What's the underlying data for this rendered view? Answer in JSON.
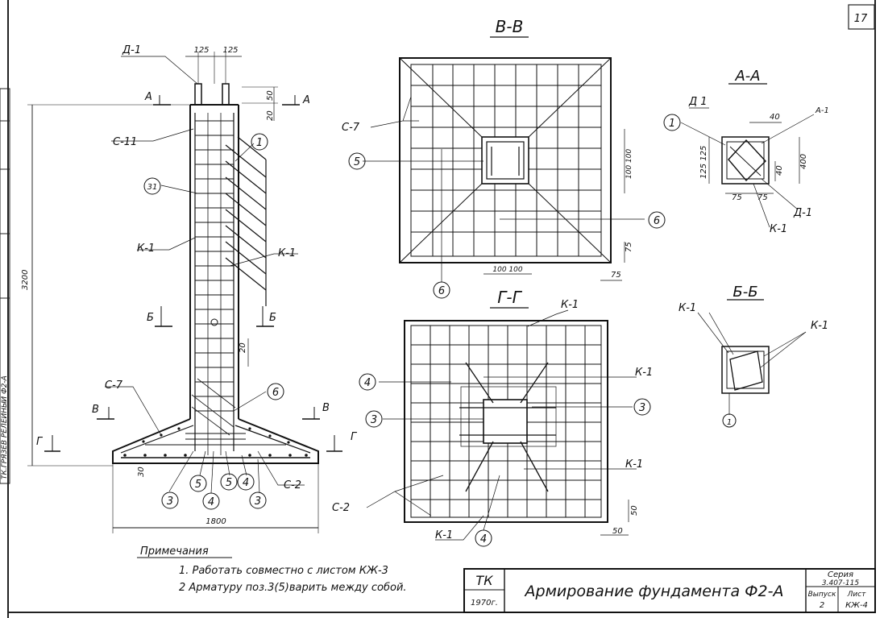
{
  "sheet": {
    "page_number": "17",
    "side_stamp": "ТК.ГРЯЗЕВ РЕЛЕЙНЫЙ Ф2-А"
  },
  "section_titles": {
    "vv": "В-В",
    "gg": "Г-Г",
    "aa": "А-А",
    "bb": "Б-Б"
  },
  "elevation": {
    "dims": {
      "top_left": "125",
      "top_right": "125",
      "height": "3200",
      "base_width": "1800",
      "cover_bottom": "30",
      "side_50": "50",
      "side_20": "20",
      "side_20b": "20"
    },
    "labels": {
      "d1": "Д-1",
      "c11": "С-11",
      "k1_left": "К-1",
      "k1_right": "К-1",
      "c7": "С-7",
      "c2": "С-2",
      "cut_a_left": "А",
      "cut_a_right": "А",
      "cut_b_left": "Б",
      "cut_b_right": "Б",
      "cut_v_left": "В",
      "cut_v_right": "В",
      "cut_g_left": "Г",
      "cut_g_right": "Г"
    },
    "circles": {
      "p1": "1",
      "p31": "31",
      "p6": "6",
      "p3a": "3",
      "p5a": "5",
      "p4a": "4",
      "p5b": "5",
      "p4b": "4",
      "p3b": "3"
    }
  },
  "plan_vv": {
    "labels": {
      "c7": "С-7",
      "dim_100_100_side": "100 100",
      "dim_100_100_bottom": "100 100",
      "dim_75_side": "75",
      "dim_75_bottom": "75"
    },
    "circles": {
      "p5": "5",
      "p6_right": "6",
      "p6_bottom": "6"
    }
  },
  "plan_gg": {
    "labels": {
      "k1_top": "К-1",
      "k1_right": "К-1",
      "k1_right2": "К-1",
      "k1_bottom": "К-1",
      "c2": "С-2",
      "dim_50_side": "50",
      "dim_50_bottom": "50"
    },
    "circles": {
      "p4_left": "4",
      "p3_left": "3",
      "p3_right": "3",
      "p4_bottom": "4"
    }
  },
  "section_aa": {
    "labels": {
      "d1_top": "Д 1",
      "a1": "А-1",
      "d1_bottom": "Д-1",
      "k1": "К-1",
      "dim_40_top": "40",
      "dim_40_side": "40",
      "dim_400": "400",
      "dim_125_125": "125 125",
      "dim_75_left": "75",
      "dim_75_right": "75"
    },
    "circles": {
      "p1": "1"
    }
  },
  "section_bb": {
    "labels": {
      "k1_left": "К-1",
      "k1_right": "К-1"
    },
    "circles": {
      "p1": "1"
    }
  },
  "notes": {
    "heading": "Примечания",
    "items": [
      "1. Работать совместно с листом КЖ-3",
      "2 Арматуру поз.3(5)варить между собой."
    ]
  },
  "title_block": {
    "code": "ТК",
    "year": "1970г.",
    "title": "Армирование фундамента Ф2-А",
    "series_label": "Серия",
    "series_value": "3.407-115",
    "issue_label": "Выпуск",
    "issue_value": "2",
    "sheet_label": "Лист",
    "sheet_value": "КЖ-4"
  }
}
